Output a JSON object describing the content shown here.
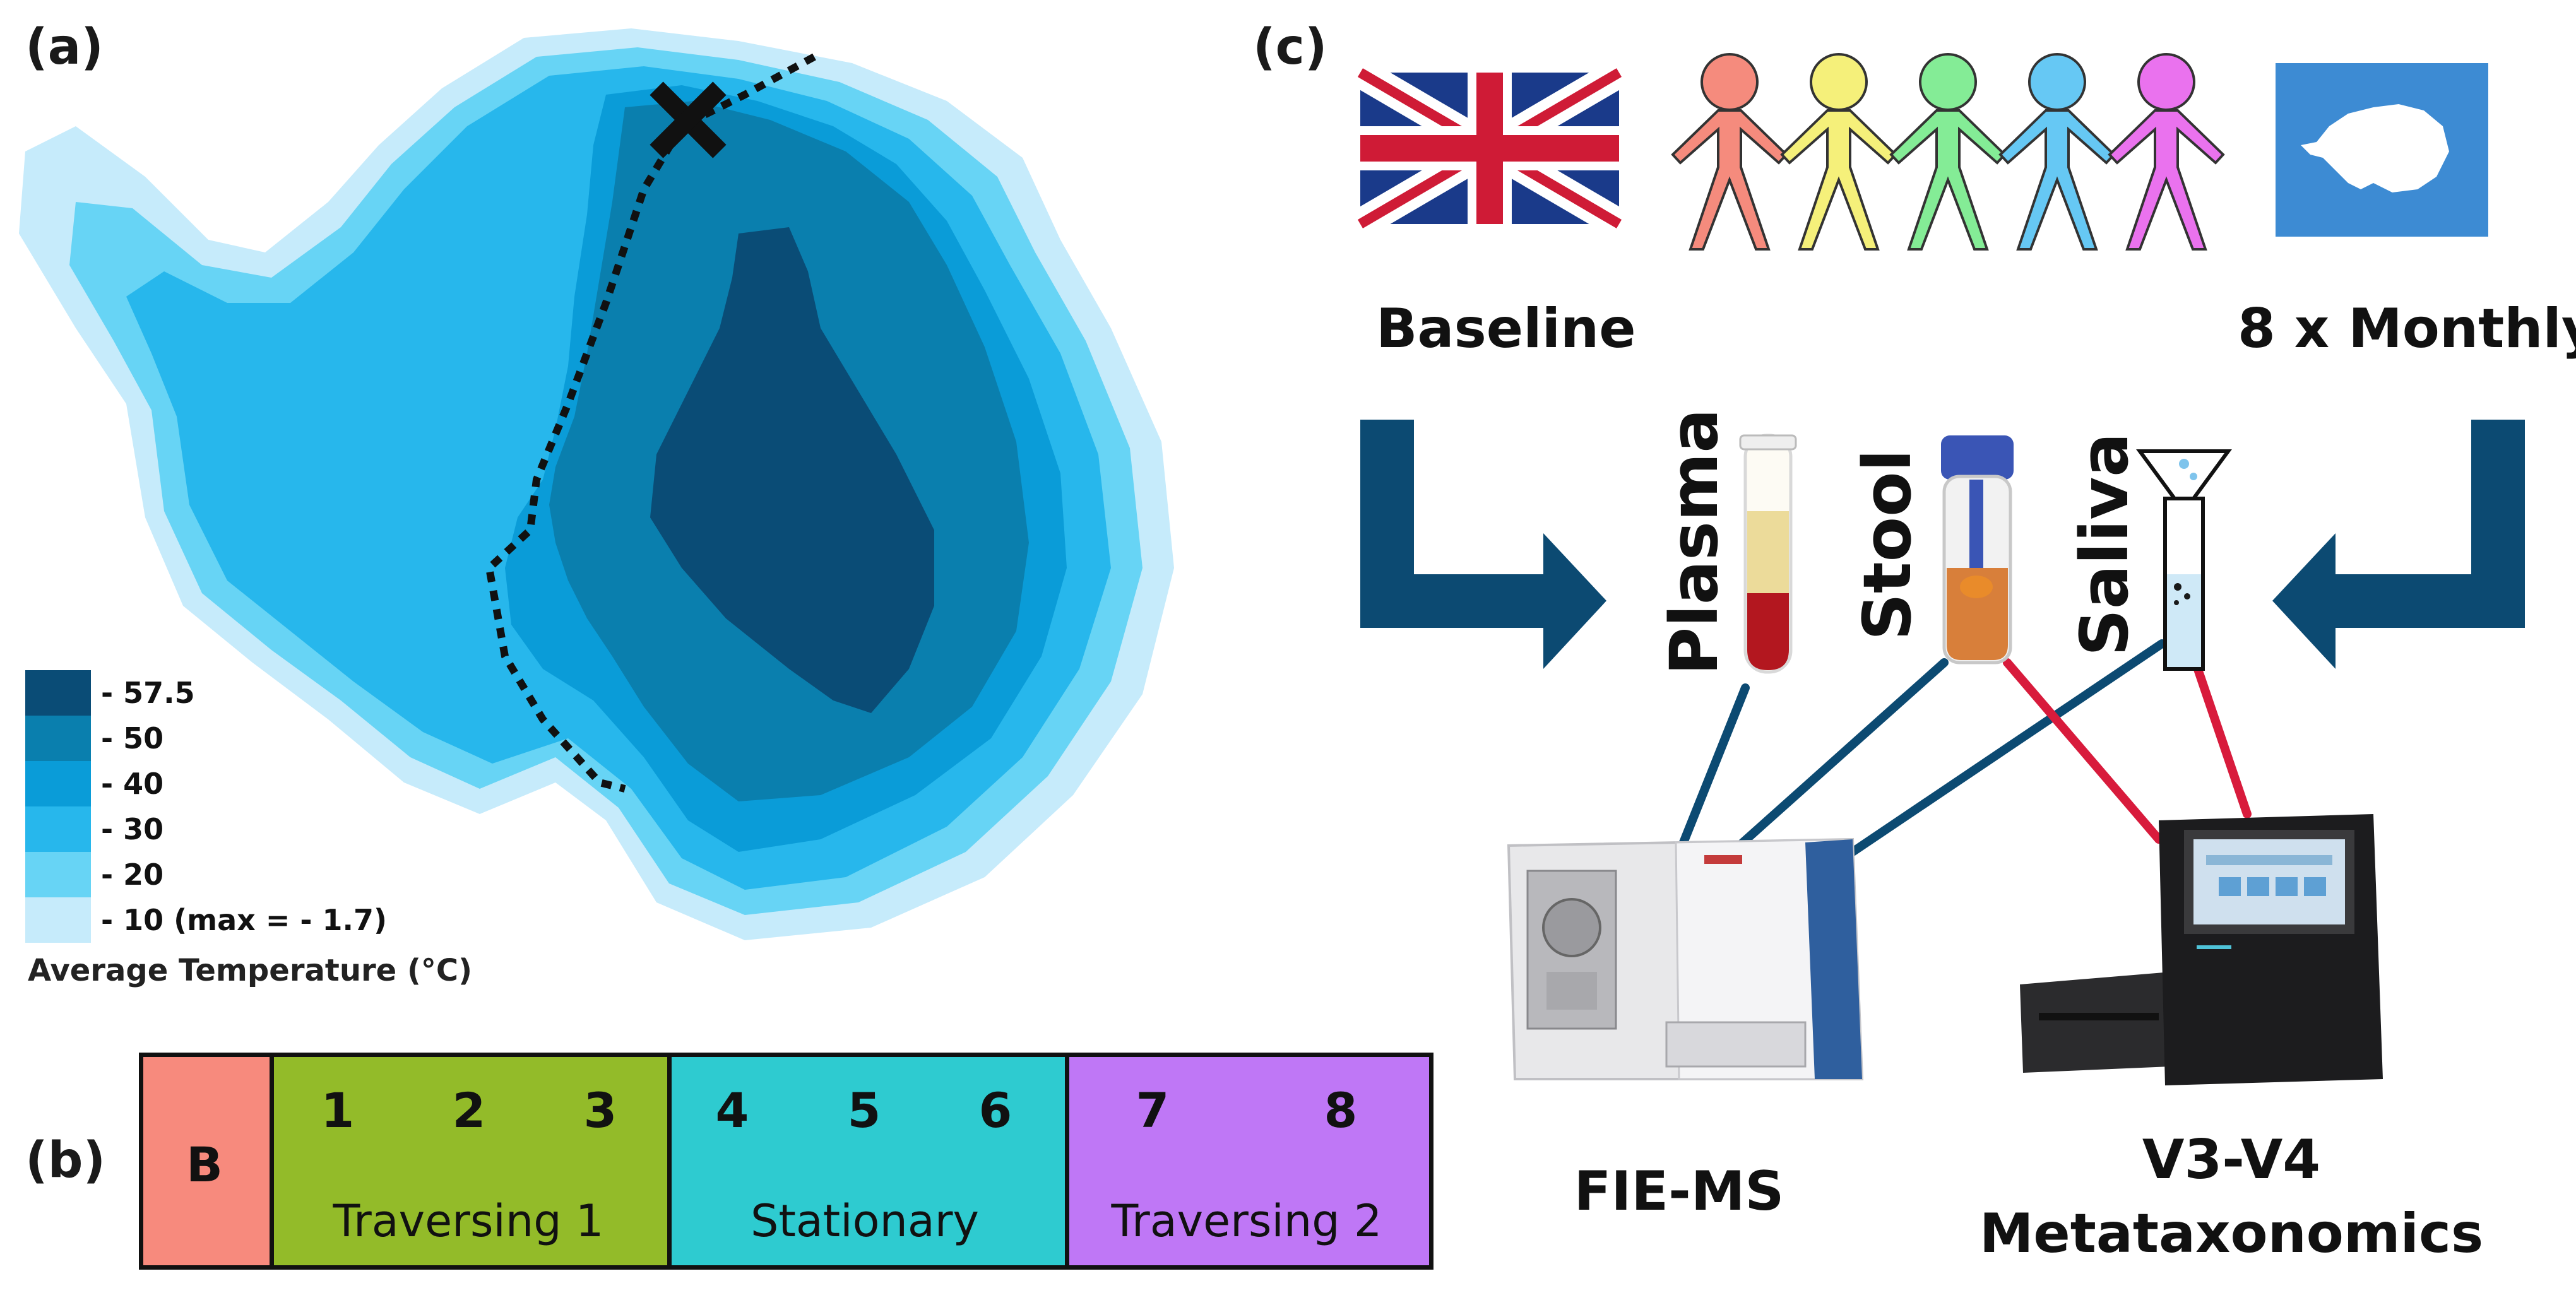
{
  "panel_labels": {
    "a": "(a)",
    "b": "(b)",
    "c": "(c)"
  },
  "map": {
    "legend_title": "Average Temperature (°C)",
    "legend": [
      {
        "label": "- 57.5",
        "color": "#0a4c76"
      },
      {
        "label": "- 50",
        "color": "#0a7fae"
      },
      {
        "label": "- 40",
        "color": "#0a9cd8"
      },
      {
        "label": "- 30",
        "color": "#27b7ec"
      },
      {
        "label": "- 20",
        "color": "#67d4f5"
      },
      {
        "label": "- 10 (max = - 1.7)",
        "color": "#c6ebfb"
      }
    ]
  },
  "timeline": {
    "baseline": {
      "label": "B",
      "color": "#f78a7d"
    },
    "phases": [
      {
        "name": "Traversing 1",
        "months": [
          "1",
          "2",
          "3"
        ],
        "color": "#93bb29"
      },
      {
        "name": "Stationary",
        "months": [
          "4",
          "5",
          "6"
        ],
        "color": "#2ecbd0"
      },
      {
        "name": "Traversing 2",
        "months": [
          "7",
          "8"
        ],
        "color": "#bf77f6"
      }
    ]
  },
  "study": {
    "baseline_label": "Baseline",
    "monthly_label": "8 x Monthly",
    "person_colors": [
      "#f58b7d",
      "#f5f07a",
      "#84ec96",
      "#66c8f4",
      "#ea72ee"
    ],
    "samples": [
      "Plasma",
      "Stool",
      "Saliva"
    ],
    "methods": [
      "FIE-MS",
      "V3-V4",
      "Metataxonomics"
    ],
    "arrow_color": "#0c4a72",
    "link_colors": {
      "fie_ms": "#0c4a72",
      "metataxonomics": "#d81b3c"
    }
  }
}
